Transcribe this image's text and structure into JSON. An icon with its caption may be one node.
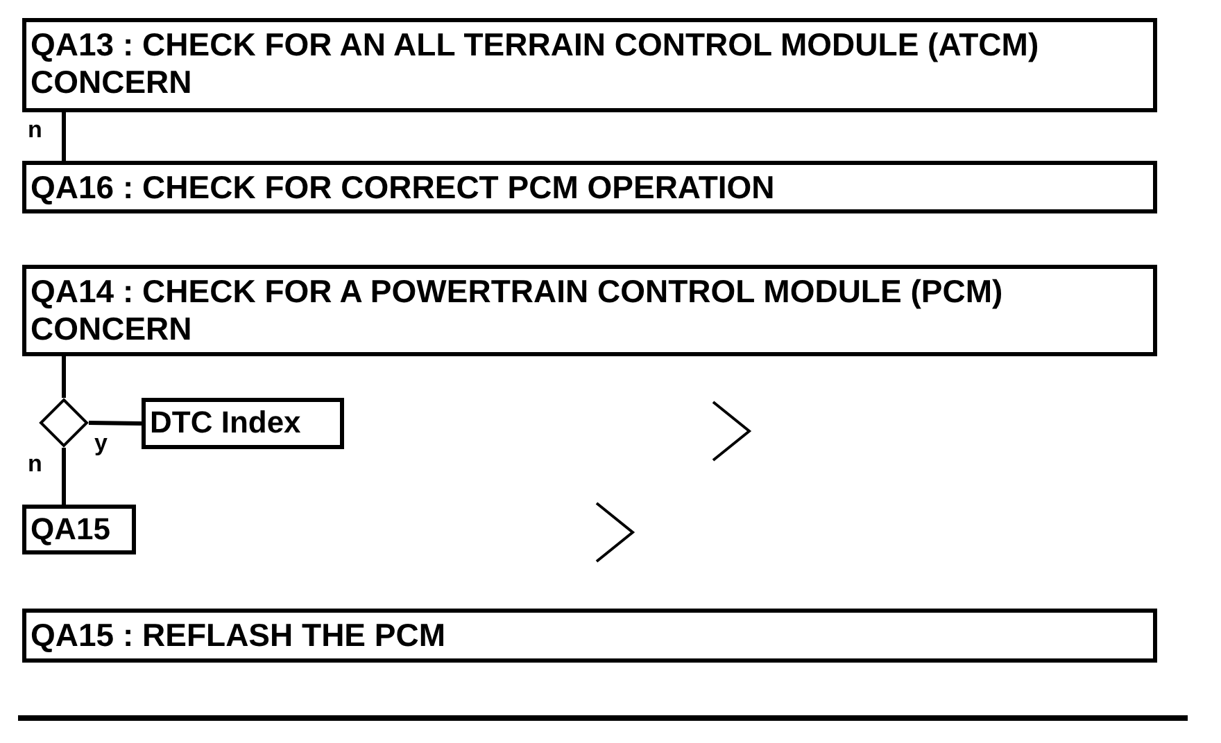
{
  "diagram": {
    "nodes": [
      {
        "text": [
          "QA13 : CHECK FOR AN ALL TERRAIN CONTROL MODULE (ATCM) CONCERN"
        ]
      },
      {
        "text": [
          "QA16 : CHECK FOR CORRECT PCM OPERATION"
        ]
      },
      {
        "text": [
          "QA14 : CHECK FOR A POWERTRAIN CONTROL MODULE (PCM) CONCERN"
        ]
      },
      {
        "text": [],
        "shape": "diamond"
      },
      {
        "text": [
          "DTC Index"
        ]
      },
      {
        "text": [
          "QA15"
        ]
      },
      {
        "text": [
          "QA15 : REFLASH THE PCM"
        ]
      }
    ],
    "edges": [
      {
        "from": 0,
        "to": 1,
        "arrow": "none",
        "label": "n"
      },
      {
        "from": 2,
        "to": 3,
        "arrow": "none"
      },
      {
        "from": 3,
        "to": 4,
        "arrow": "none",
        "label": "y"
      },
      {
        "from": 3,
        "to": 5,
        "arrow": "none",
        "label": "n"
      }
    ]
  }
}
